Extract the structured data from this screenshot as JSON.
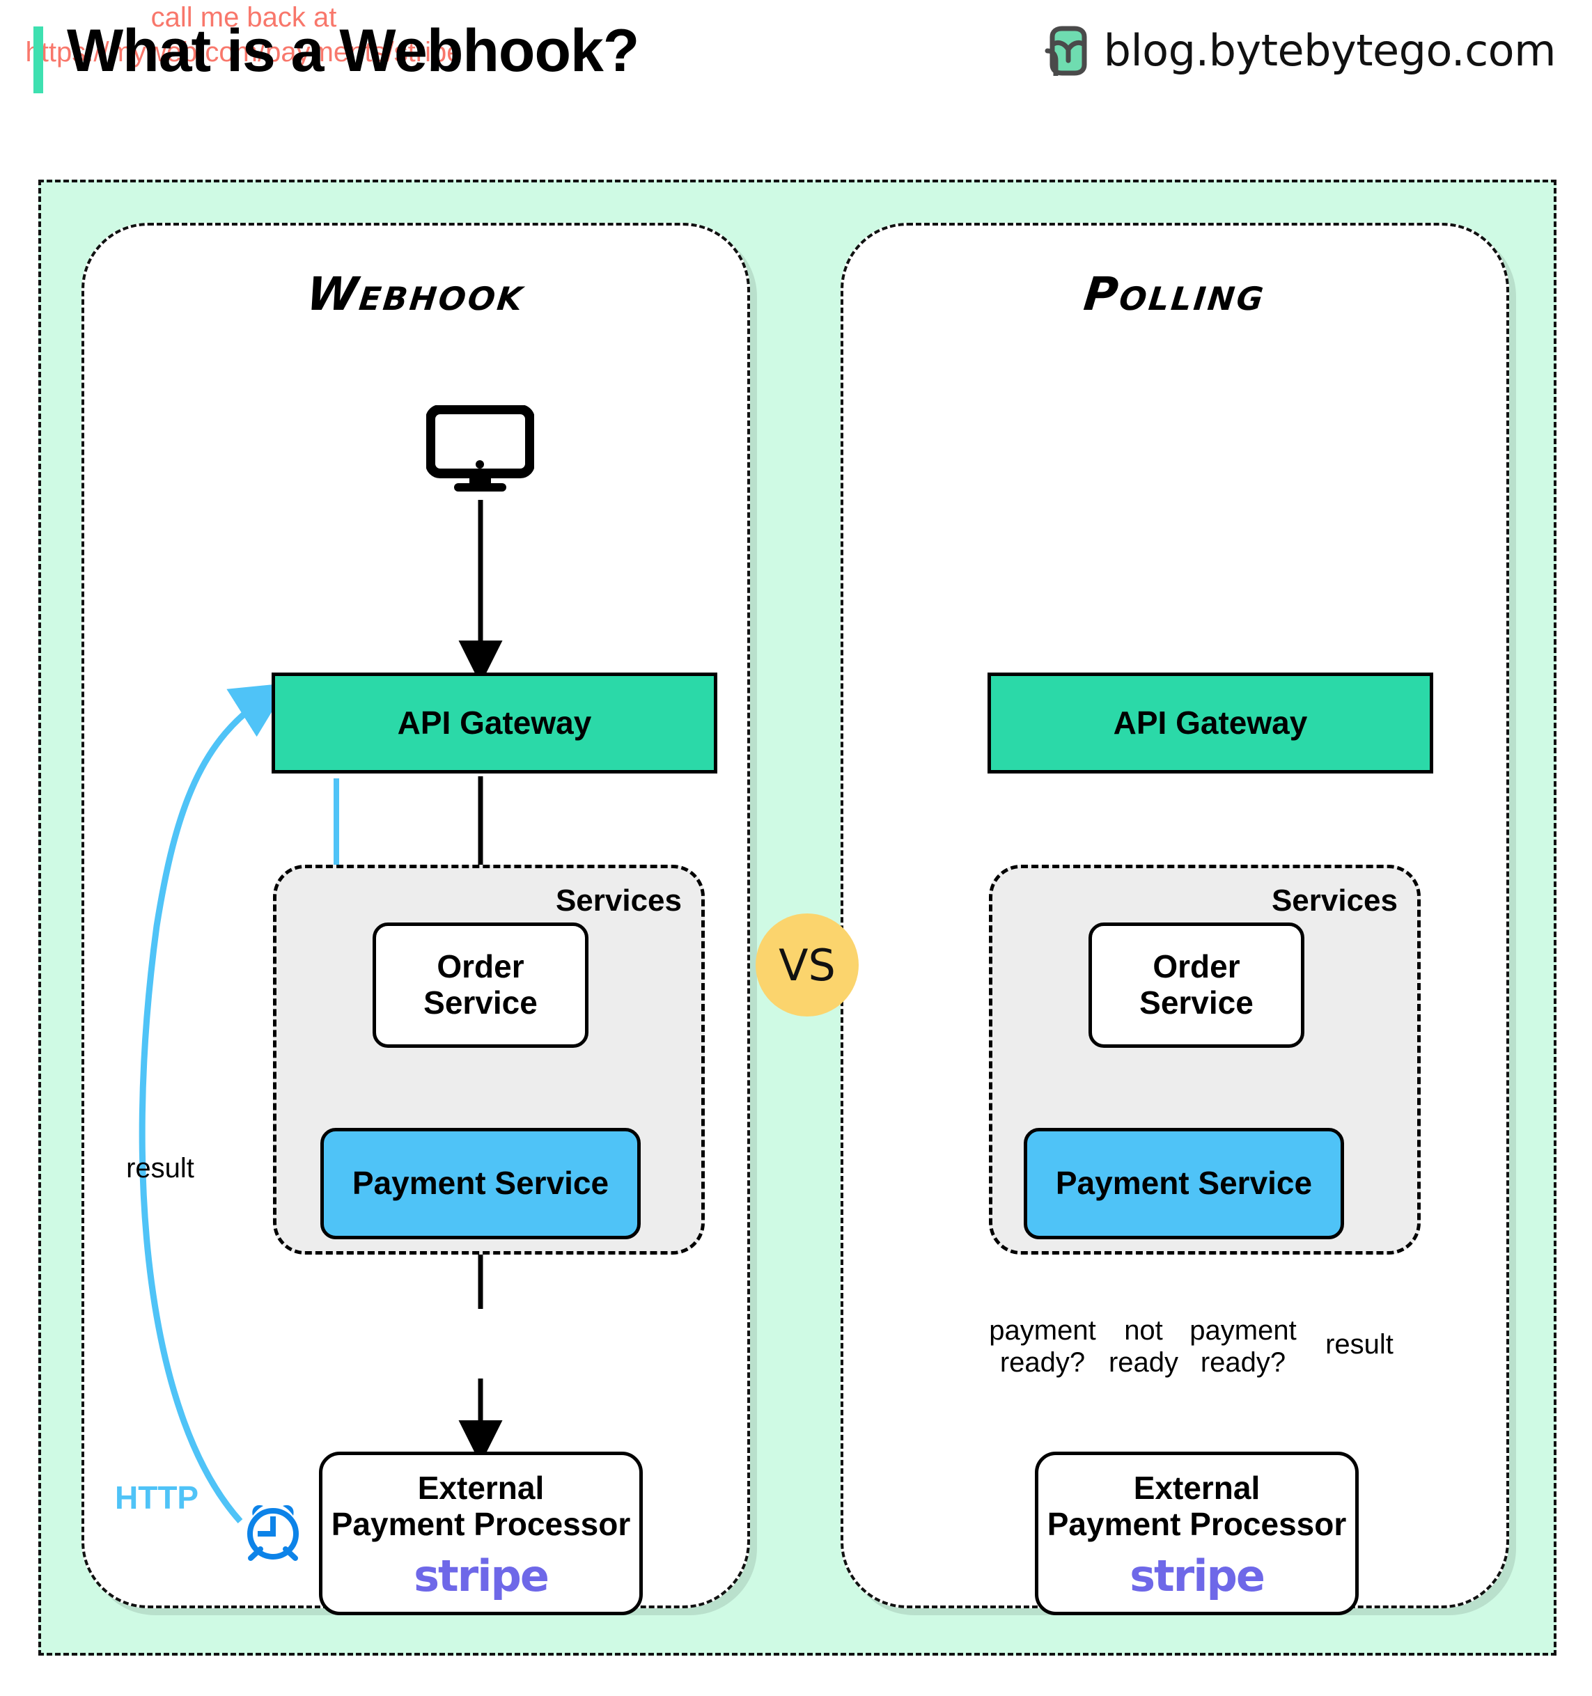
{
  "header": {
    "title": "What is a Webhook?",
    "brand": "blog.bytebytego.com",
    "logo_icon": "bytebytego-logo-icon",
    "accent_color": "#3EE0B0"
  },
  "vs_badge": {
    "label": "VS",
    "color": "#FBD46D"
  },
  "colors": {
    "canvas": "#CFFAE4",
    "gateway": "#2BD9A8",
    "payment_service": "#4FC3F7",
    "services_bg": "#EDEDED",
    "http_blue": "#4FC3F7",
    "clock_blue": "#0D83E8",
    "callback_red": "#F8776B",
    "stripe_purple": "#6E68E8"
  },
  "panels": [
    {
      "id": "webhook",
      "title": "Webhook",
      "client_icon": "desktop-monitor-icon",
      "gateway": "API Gateway",
      "services_label": "Services",
      "order_service": "Order\nService",
      "order_service_line1": "Order",
      "order_service_line2": "Service",
      "payment_service": "Payment Service",
      "processor_line1": "External",
      "processor_line2": "Payment Processor",
      "processor_logo": "stripe",
      "annotations": {
        "result": "result",
        "http": "HTTP",
        "clock_icon": "alarm-clock-icon",
        "callback_line1": "call me back at",
        "callback_line2": "https://myweb.com/payments/stripe"
      }
    },
    {
      "id": "polling",
      "title": "Polling",
      "client_icon": "desktop-monitor-icon",
      "gateway": "API Gateway",
      "services_label": "Services",
      "order_service_line1": "Order",
      "order_service_line2": "Service",
      "payment_service": "Payment Service",
      "processor_line1": "External",
      "processor_line2": "Payment Processor",
      "processor_logo": "stripe",
      "poll_labels": [
        {
          "line1": "payment",
          "line2": "ready?",
          "direction": "down",
          "color": "#000000"
        },
        {
          "line1": "not",
          "line2": "ready",
          "direction": "up",
          "color": "#4FC3F7"
        },
        {
          "line1": "payment",
          "line2": "ready?",
          "direction": "down",
          "color": "#000000"
        },
        {
          "line1": "result",
          "line2": "",
          "direction": "up",
          "color": "#4FC3F7"
        }
      ]
    }
  ]
}
